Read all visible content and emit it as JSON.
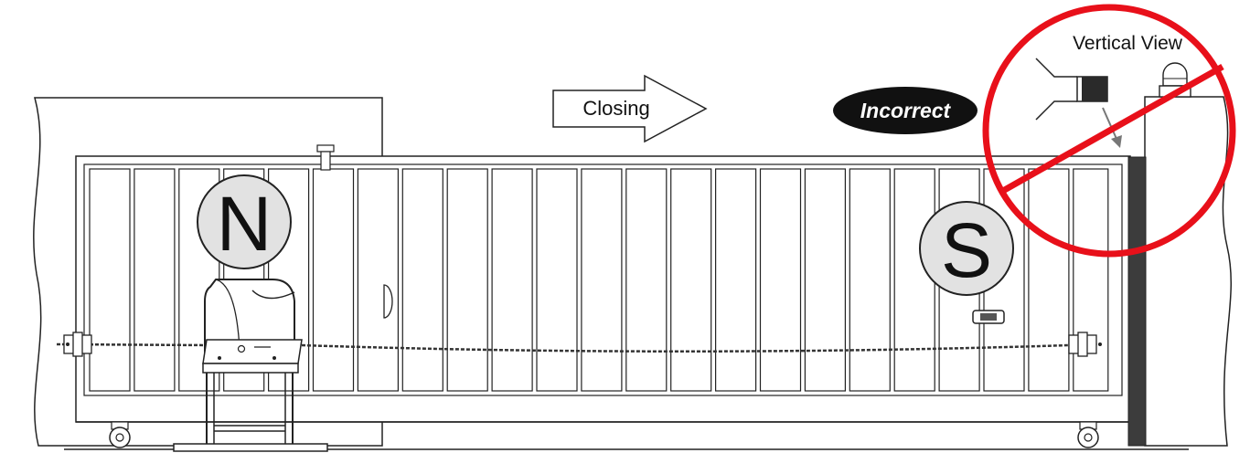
{
  "labels": {
    "direction": "Closing",
    "verdict": "Incorrect",
    "inset_title": "Vertical View",
    "north_magnet": "N",
    "south_magnet": "S"
  },
  "colors": {
    "prohibition_red": "#e8101a",
    "ink": "#111111",
    "magnet_fill": "#e2e2e2",
    "post_dark": "#3c3c3c"
  },
  "icons": {
    "prohibition": "no-sign-icon",
    "direction": "arrow-right-icon"
  }
}
